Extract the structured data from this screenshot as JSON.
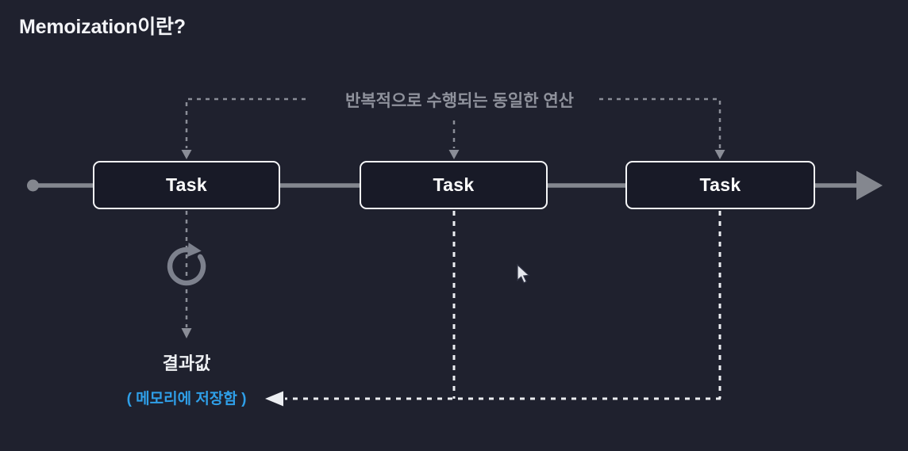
{
  "title": "Memoization이란?",
  "diagram": {
    "top_caption": "반복적으로 수행되는 동일한 연산",
    "tasks": [
      {
        "label": "Task"
      },
      {
        "label": "Task"
      },
      {
        "label": "Task"
      }
    ],
    "result_label": "결과값",
    "memory_note": "( 메모리에 저장함 )"
  },
  "icons": {
    "refresh_loop": "↻",
    "flow_arrow_right": "▶",
    "memory_arrow_left": "◀",
    "down_arrow": "▼",
    "cursor": "mouse-pointer"
  },
  "colors": {
    "background": "#1f212e",
    "box_fill": "#181a27",
    "box_border": "#f4f5f7",
    "solid_line": "#84878f",
    "dashed_gray": "#8a8d97",
    "dashed_white": "#eceef2",
    "icon_gray": "#7d818d",
    "muted_text": "#8f929c",
    "accent_blue": "#2f9fe8",
    "title_text": "#f3f4f7",
    "task_text": "#ffffff",
    "result_text": "#eef0f3"
  }
}
